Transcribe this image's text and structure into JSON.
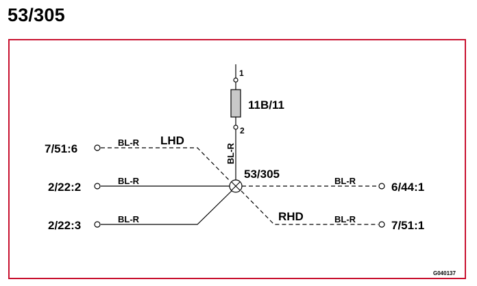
{
  "header": {
    "title": "53/305"
  },
  "diagram": {
    "splice_label": "53/305",
    "fuse": {
      "label": "11B/11",
      "pin_top": "1",
      "pin_bottom": "2",
      "wire": "BL-R"
    },
    "variants": {
      "lhd": "LHD",
      "rhd": "RHD"
    },
    "connectors": [
      {
        "id": "7/51:6",
        "wire": "BL-R",
        "variant": "LHD"
      },
      {
        "id": "2/22:2",
        "wire": "BL-R"
      },
      {
        "id": "2/22:3",
        "wire": "BL-R"
      },
      {
        "id": "6/44:1",
        "wire": "BL-R"
      },
      {
        "id": "7/51:1",
        "wire": "BL-R",
        "variant": "RHD"
      }
    ],
    "figure_code": "G040137"
  }
}
